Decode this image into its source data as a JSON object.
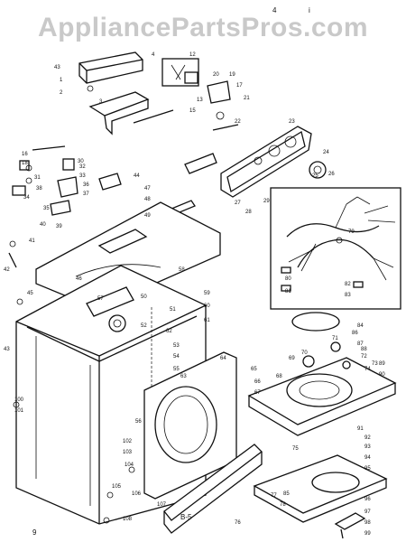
{
  "watermark": "AppliancePartsPros.com",
  "top_marks": [
    "4",
    "i"
  ],
  "page_ref": "B-5",
  "corner_mark": "9",
  "part_labels": [
    "43",
    "1",
    "2",
    "3",
    "4",
    "12",
    "13",
    "15",
    "16",
    "18",
    "19",
    "17",
    "20",
    "21",
    "22",
    "23",
    "24",
    "25",
    "26",
    "27",
    "28",
    "29",
    "30",
    "31",
    "32",
    "33",
    "34",
    "35",
    "36",
    "37",
    "38",
    "39",
    "40",
    "41",
    "42",
    "43",
    "44",
    "45",
    "46",
    "47",
    "48",
    "49",
    "50",
    "51",
    "52",
    "53",
    "54",
    "55",
    "56",
    "57",
    "58",
    "59",
    "60",
    "61",
    "62",
    "63",
    "64",
    "65",
    "66",
    "67",
    "68",
    "69",
    "70",
    "71",
    "72",
    "73",
    "74",
    "75",
    "76",
    "77",
    "78",
    "79",
    "80",
    "81",
    "82",
    "83",
    "84",
    "85",
    "86",
    "87",
    "88",
    "89",
    "90",
    "91",
    "92",
    "93",
    "94",
    "95",
    "96",
    "97",
    "98",
    "99",
    "100",
    "101",
    "102",
    "103",
    "104",
    "105",
    "106",
    "107",
    "108"
  ]
}
